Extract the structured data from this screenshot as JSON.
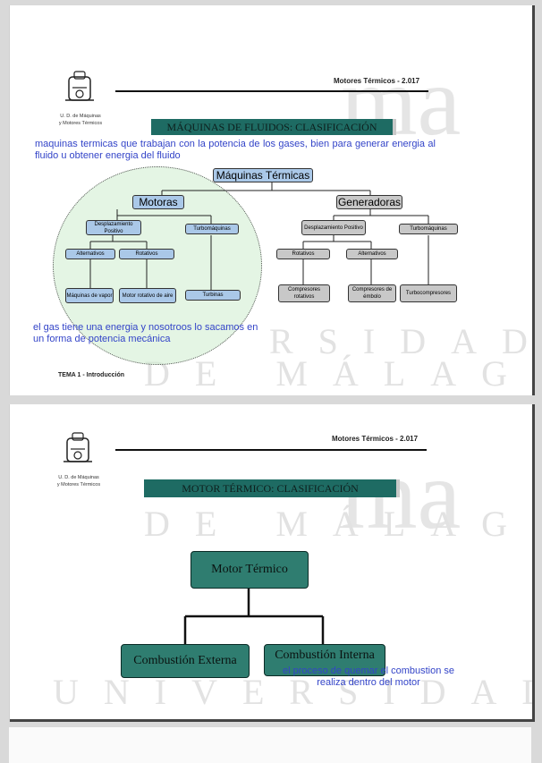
{
  "slide1": {
    "header_title": "Motores Térmicos - 2.017",
    "dept_line1": "U. D. de Máquinas",
    "dept_line2": "y Motores Térmicos",
    "title": "MÁQUINAS DE FLUIDOS: CLASIFICACIÓN",
    "note_top": "maquinas termicas que trabajan con la potencia de los gases, bien para generar energia al fluido u obtener energia del fluido",
    "root": "Máquinas Térmicas",
    "motoras": {
      "label": "Motoras",
      "desplazamiento": "Desplazamiento Positivo",
      "alternativos": "Alternativos",
      "rotativos": "Rotativos",
      "turbomaquinas": "Turbomáquinas",
      "maquinas_vapor": "Máquinas de vapor",
      "motor_rotativo": "Motor rotativo de aire",
      "turbinas": "Turbinas"
    },
    "generadoras": {
      "label": "Generadoras",
      "desplazamiento": "Desplazamiento Positivo",
      "turbomaquinas": "Turbomáquinas",
      "rotativos": "Rotativos",
      "alternativos": "Alternativos",
      "compresores_rotativos": "Compresores rotativos",
      "compresores_embolo": "Compresores de émbolo",
      "turbocompresores": "Turbocompresores"
    },
    "note_bottom": "el gas tiene una energia y nosotroos lo sacamos en un forma de potencia mecánica",
    "footer": "TEMA 1 - Introducción",
    "watermark_1": "RSIDAD",
    "watermark_2": "DE MÁLAGA",
    "watermark_ma": "ma"
  },
  "slide2": {
    "header_title": "Motores Térmicos - 2.017",
    "dept_line1": "U. D. de Máquinas",
    "dept_line2": "y Motores Térmicos",
    "title": "MOTOR TÉRMICO: CLASIFICACIÓN",
    "root": "Motor Térmico",
    "externa": "Combustión Externa",
    "interna": "Combustión Interna",
    "note": "el proceso de quemar el combustion se realiza dentro del motor",
    "watermark_1": "UNIVERSIDAD",
    "watermark_2": "DE MÁLAGA",
    "watermark_ma": "ma"
  }
}
